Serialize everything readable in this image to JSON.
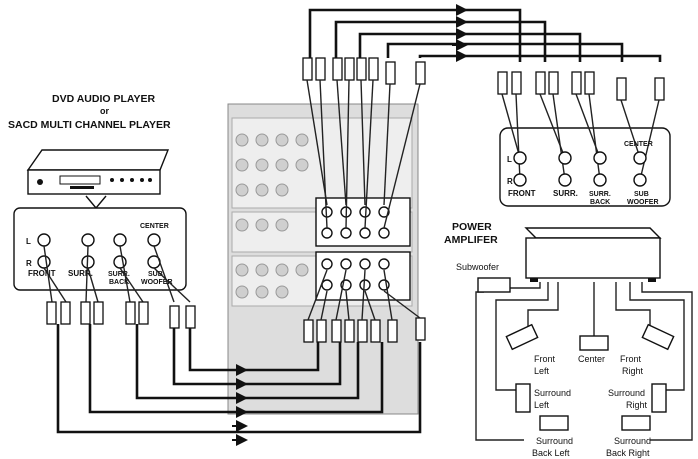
{
  "dvd_player": {
    "title_line1": "DVD AUDIO PLAYER",
    "title_line2": "or",
    "title_line3": "SACD MULTI CHANNEL PLAYER",
    "jack_labels": {
      "l": "L",
      "r": "R",
      "front": "FRONT",
      "surr": "SURR.",
      "surr_back_1": "SURR.",
      "surr_back_2": "BACK",
      "center": "CENTER",
      "sub_1": "SUB",
      "sub_2": "WOOFER"
    }
  },
  "amplifier_panel": {
    "jack_labels": {
      "l": "L",
      "r": "R",
      "front": "FRONT",
      "surr": "SURR.",
      "surr_back_1": "SURR.",
      "surr_back_2": "BACK",
      "center": "CENTER",
      "sub_1": "SUB",
      "sub_2": "WOOFER"
    }
  },
  "power_amplifier": {
    "title_line1": "POWER",
    "title_line2": "AMPLIFER"
  },
  "speakers": {
    "subwoofer": "Subwoofer",
    "front_left_1": "Front",
    "front_left_2": "Left",
    "center": "Center",
    "front_right_1": "Front",
    "front_right_2": "Right",
    "surround_left_1": "Surround",
    "surround_left_2": "Left",
    "surround_right_1": "Surround",
    "surround_right_2": "Right",
    "surround_back_left_1": "Surround",
    "surround_back_left_2": "Back Left",
    "surround_back_right_1": "Surround",
    "surround_back_right_2": "Back Right"
  }
}
